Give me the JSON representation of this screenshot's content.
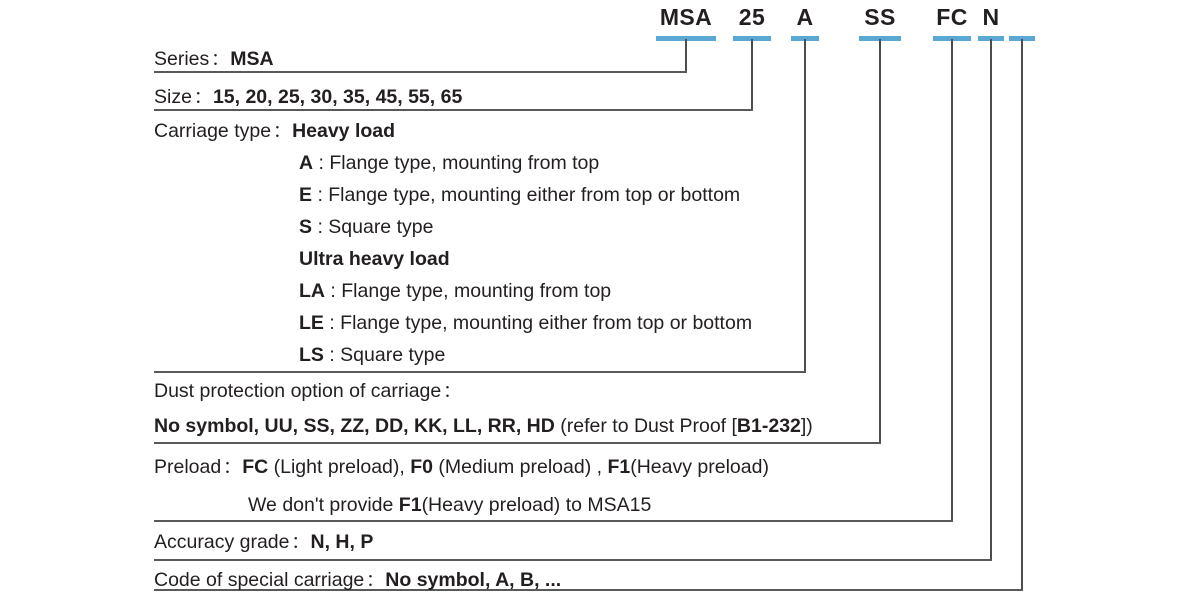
{
  "diagram": {
    "title": "MSA Series Part Number Designation",
    "accent_color": "#5ba8d4",
    "line_color": "#4d4d4f",
    "rule_color": "#58595b",
    "text_color": "#231f20",
    "colon": "："
  },
  "code_segments": [
    {
      "id": "series",
      "label": "MSA"
    },
    {
      "id": "size",
      "label": "25"
    },
    {
      "id": "carriage-type",
      "label": "A"
    },
    {
      "id": "dust-protection",
      "label": "SS"
    },
    {
      "id": "preload",
      "label": "FC"
    },
    {
      "id": "accuracy-grade",
      "label": "N"
    },
    {
      "id": "special-carriage",
      "label": ""
    }
  ],
  "rows": {
    "series": {
      "label": "Series",
      "value": "MSA"
    },
    "size": {
      "label": "Size",
      "value": "15, 20, 25, 30, 35, 45, 55, 65"
    },
    "carriage_type": {
      "label": "Carriage type",
      "value": "Heavy load",
      "heavy_load_heading": "Heavy load",
      "ultra_heavy_load_heading": "Ultra heavy load",
      "options": [
        {
          "code": "A",
          "desc": ": Flange type, mounting from top"
        },
        {
          "code": "E",
          "desc": ": Flange type, mounting either from top or bottom"
        },
        {
          "code": "S",
          "desc": ": Square type"
        },
        {
          "code": "LA",
          "desc": ": Flange type, mounting from top"
        },
        {
          "code": "LE",
          "desc": ": Flange type, mounting either from top or bottom"
        },
        {
          "code": "LS",
          "desc": ": Square type"
        }
      ]
    },
    "dust_protection": {
      "label": "Dust protection option of carriage",
      "codes": "No symbol, UU, SS, ZZ, DD, KK, LL, RR, HD",
      "note_prefix": " (refer to Dust Proof [",
      "note_code": "B1-232",
      "note_suffix": "])"
    },
    "preload": {
      "label": "Preload",
      "code_1": "FC",
      "desc_1": " (Light preload), ",
      "code_2": "F0",
      "desc_2": " (Medium preload) , ",
      "code_3": "F1",
      "desc_3": "(Heavy preload)",
      "note_prefix": "We don't provide ",
      "note_code": "F1",
      "note_suffix": "(Heavy preload) to MSA15"
    },
    "accuracy_grade": {
      "label": "Accuracy grade",
      "value": "N, H, P"
    },
    "special_carriage": {
      "label": "Code of special carriage",
      "value": "No symbol, A, B,  ..."
    }
  }
}
